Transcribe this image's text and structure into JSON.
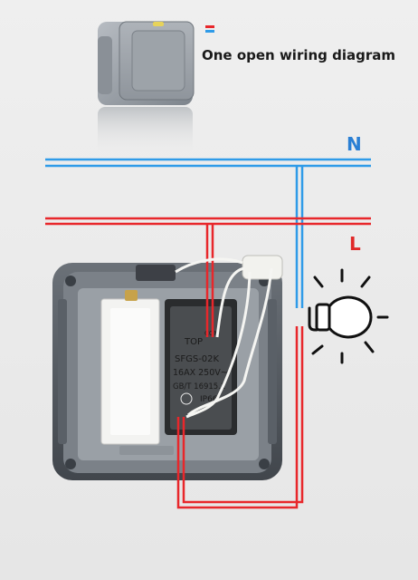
{
  "title": "One open wiring diagram",
  "labels": {
    "neutral": "N",
    "live": "L"
  },
  "switch_module": {
    "top": "TOP",
    "com": "COM",
    "model": "SFGS-02K",
    "rating": "16AX  250V~",
    "standard": "GB/T 16915.1",
    "ip": "IP66"
  },
  "colors": {
    "neutral": "#2f9be8",
    "live": "#e8272b",
    "text": "#1a1a1a"
  },
  "icons": [
    "light-bulb-icon",
    "switch-product-icon",
    "color-flag-icon"
  ]
}
